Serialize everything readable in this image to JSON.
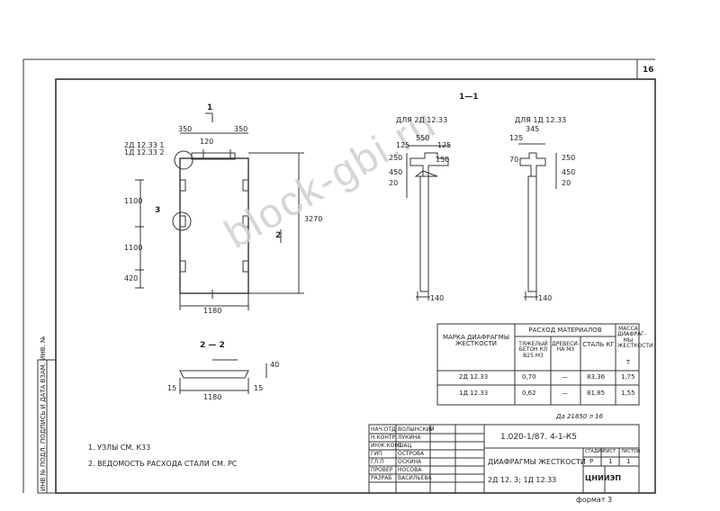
{
  "sheet": {
    "number": "16",
    "format": "формат 3",
    "doc_ref": "Да 21850 л 16"
  },
  "section_1_1": {
    "title": "1—1",
    "left_caption": "ДЛЯ 2Д 12.33",
    "right_caption": "ДЛЯ 1Д 12.33",
    "left_dims": {
      "top": "550",
      "a": "125",
      "b": "125",
      "h1": "250",
      "h2": "450",
      "k": "20",
      "s": "150",
      "base": "140"
    },
    "right_dims": {
      "top": "345",
      "a": "125",
      "h1": "250",
      "h2": "450",
      "k": "20",
      "s": "70",
      "base": "140"
    }
  },
  "front_view": {
    "section_mark": "1",
    "dims_top": [
      "350",
      "350"
    ],
    "label_a": "2Д 12.33 1",
    "label_b": "1Д 12.33 2",
    "label_c": "120",
    "node": "3",
    "left_dims": [
      "1100",
      "1100",
      "420"
    ],
    "height": "3270",
    "width": "1180",
    "side_mark": "2"
  },
  "section_2_2": {
    "title": "2 — 2",
    "left": "15",
    "right": "15",
    "width": "1180",
    "height": "40"
  },
  "materials_table": {
    "col_brand": "МАРКА ДИАФРАГМЫ ЖЕСТКОСТИ",
    "col_materials": "РАСХОД МАТЕРИАЛОВ",
    "col_mass": "МАССА ДИАФРАГ-МЫ ЖЕСТКОСТИ",
    "sub_concrete": "ТЯЖЕЛЫЙ БЕТОН КЛ В25 М3",
    "sub_wood": "ДРЕВЕСИ-НА М3",
    "sub_steel": "СТАЛЬ КГ",
    "sub_mass": "Т",
    "rows": [
      {
        "brand": "2Д 12.33",
        "concrete": "0,70",
        "wood": "—",
        "steel": "83,36",
        "mass": "1,75"
      },
      {
        "brand": "1Д 12.33",
        "concrete": "0,62",
        "wood": "—",
        "steel": "81,85",
        "mass": "1,55"
      }
    ]
  },
  "notes": [
    "1. УЗЛЫ СМ. К33",
    "2. ВЕДОМОСТЬ РАСХОДА СТАЛИ СМ. РС"
  ],
  "title_block": {
    "code": "1.020-1/87. 4-1-К5",
    "name": "ДИАФРАГМЫ ЖЕСТКОСТИ",
    "marks": "2Д 12. 3; 1Д 12.33",
    "stage_label": "СТАДИЯ",
    "stage": "Р",
    "sheet_label": "ЛИСТ",
    "sheet": "1",
    "sheets_label": "ЛИСТОВ",
    "sheets": "1",
    "org": "ЦНИИЭП",
    "people": [
      {
        "role": "НАЧ.ОТД",
        "name": "ВОЛЫНСКИЙ"
      },
      {
        "role": "Н.КОНТР",
        "name": "ЛУКИНА"
      },
      {
        "role": "ИНЖ.КОНТ",
        "name": "ШАЦ"
      },
      {
        "role": "ГИП",
        "name": "ОСТРОВА"
      },
      {
        "role": "ГЛ.П",
        "name": "ОСКИНА"
      },
      {
        "role": "ПРОВЕР",
        "name": "НОСОВА"
      },
      {
        "role": "РАЗРАБ",
        "name": "ВАСИЛЬЕВА"
      }
    ]
  },
  "side_stamp": "ИНВ № ПОДЛ. ПОДПИСЬ И ДАТА ВЗАМ. ИНВ. №",
  "watermark": "block-gbi.ru"
}
